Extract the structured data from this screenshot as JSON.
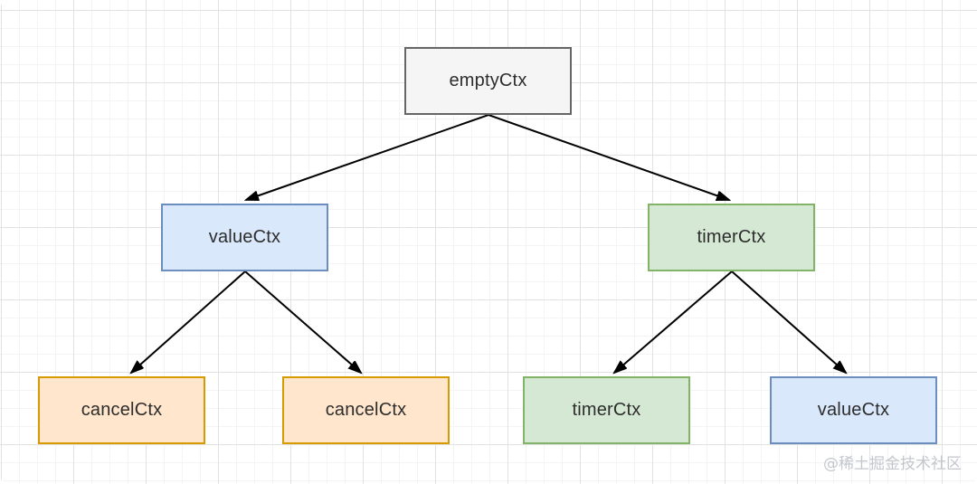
{
  "diagram": {
    "type": "tree",
    "nodes": [
      {
        "id": "emptyCtx",
        "label": "emptyCtx",
        "fill": "#f5f5f5",
        "stroke": "#666666",
        "level": 0
      },
      {
        "id": "valueCtx-mid",
        "label": "valueCtx",
        "fill": "#dae8fc",
        "stroke": "#6c8ebf",
        "level": 1
      },
      {
        "id": "timerCtx-mid",
        "label": "timerCtx",
        "fill": "#d5e8d4",
        "stroke": "#82b366",
        "level": 1
      },
      {
        "id": "cancelCtx-1",
        "label": "cancelCtx",
        "fill": "#ffe6cc",
        "stroke": "#d79b00",
        "level": 2
      },
      {
        "id": "cancelCtx-2",
        "label": "cancelCtx",
        "fill": "#ffe6cc",
        "stroke": "#d79b00",
        "level": 2
      },
      {
        "id": "timerCtx-leaf",
        "label": "timerCtx",
        "fill": "#d5e8d4",
        "stroke": "#82b366",
        "level": 2
      },
      {
        "id": "valueCtx-leaf",
        "label": "valueCtx",
        "fill": "#dae8fc",
        "stroke": "#6c8ebf",
        "level": 2
      }
    ],
    "edges": [
      {
        "from": "emptyCtx",
        "to": "valueCtx-mid"
      },
      {
        "from": "emptyCtx",
        "to": "timerCtx-mid"
      },
      {
        "from": "valueCtx-mid",
        "to": "cancelCtx-1"
      },
      {
        "from": "valueCtx-mid",
        "to": "cancelCtx-2"
      },
      {
        "from": "timerCtx-mid",
        "to": "timerCtx-leaf"
      },
      {
        "from": "timerCtx-mid",
        "to": "valueCtx-leaf"
      }
    ],
    "edge_color": "#000000"
  },
  "watermark": {
    "text": "@稀土掘金技术社区",
    "color": "#c3c7cc"
  }
}
